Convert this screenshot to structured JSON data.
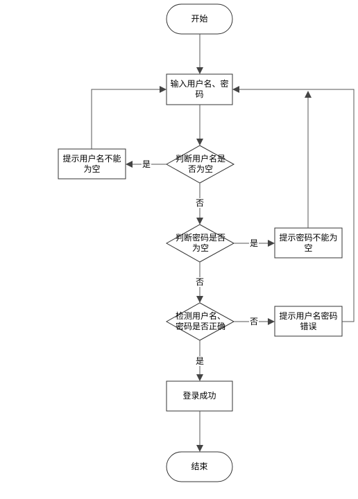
{
  "nodes": {
    "start": "开始",
    "input": "输入用户名、密码",
    "check_user_empty": "判断用户名是否为空",
    "prompt_user_empty": "提示用户名不能为空",
    "check_pwd_empty": "判断密码是否为空",
    "prompt_pwd_empty": "提示密码不能为空",
    "verify": "检测用户名、密码是否正确",
    "prompt_error": "提示用户名密码错误",
    "success": "登录成功",
    "end": "结束"
  },
  "edges": {
    "user_empty_yes": "是",
    "user_empty_no": "否",
    "pwd_empty_yes": "是",
    "pwd_empty_no": "否",
    "verify_no": "否",
    "verify_yes": "是"
  },
  "colors": {
    "stroke": "#333333",
    "arrow": "#555555",
    "fill": "#ffffff"
  }
}
